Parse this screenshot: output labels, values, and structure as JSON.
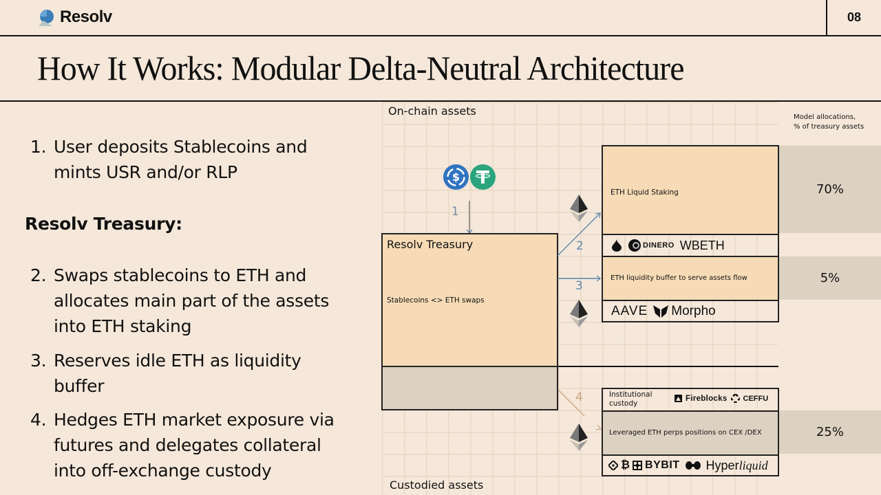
{
  "header": {
    "brand": "Resolv",
    "page_number": "08"
  },
  "title": "How It Works: Modular Delta-Neutral Architecture",
  "steps_left": {
    "step1": {
      "num": "1.",
      "lines": [
        "User deposits Stablecoins and",
        "mints USR and/or RLP"
      ]
    },
    "subheading": "Resolv Treasury:",
    "step2": {
      "num": "2.",
      "lines": [
        "Swaps stablecoins to ETH and",
        "allocates main part of the assets",
        "into ETH staking"
      ]
    },
    "step3": {
      "num": "3.",
      "lines": [
        "Reserves idle ETH as liquidity",
        "buffer"
      ]
    },
    "step4": {
      "num": "4.",
      "lines": [
        "Hedges ETH market exposure via",
        "futures and delegates collateral",
        "into off-exchange custody"
      ]
    }
  },
  "diagram": {
    "onchain_label": "On-chain assets",
    "custodied_label": "Custodied assets",
    "alloc_header": [
      "Model allocations,",
      "% of treasury assets"
    ],
    "treasury": {
      "title": "Resolv Treasury",
      "desc": "Stablecoins <> ETH swaps"
    },
    "arrows": {
      "a1": "1",
      "a2": "2",
      "a3": "3",
      "a4": "4"
    },
    "staking": {
      "label": "ETH Liquid Staking",
      "alloc": "70%",
      "providers": {
        "dinero": "DINERO",
        "wbeth": "WBETH"
      }
    },
    "buffer": {
      "label": "ETH liquidity buffer to serve assets flow",
      "alloc": "5%",
      "providers": {
        "aave": "AAVE",
        "morpho": "Morpho"
      }
    },
    "custody": {
      "label": "Institutional custody",
      "providers": {
        "fireblocks": "Fireblocks",
        "ceffu": "CEFFU"
      }
    },
    "perps": {
      "label": "Leveraged ETH perps positions on CEX /DEX",
      "alloc": "25%",
      "providers": {
        "bybit": "BYBIT",
        "hyper1": "Hyper",
        "hyper2": "liquid"
      }
    },
    "colors": {
      "usdc": "#2f74c0",
      "usdt": "#2aa57d",
      "arrow_blue": "#5b86ad",
      "arrow_tan": "#c9a57e",
      "box_fill": "#f6dbb6",
      "alloc_fill": "#ddd1c1"
    }
  }
}
